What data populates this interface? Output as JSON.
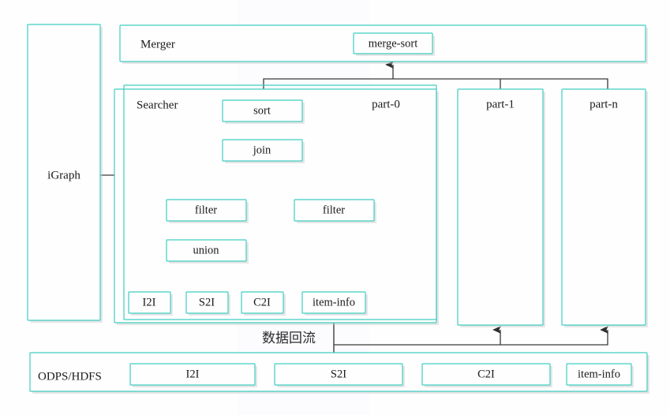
{
  "diagram": {
    "title_text_cjk": "数据回流",
    "colors": {
      "box_border": "#3fcdc2",
      "connector": "#3a3a3a",
      "text": "#1a1a1a",
      "background": "#fefefe"
    },
    "containers": {
      "igraph": {
        "label": "iGraph"
      },
      "merger": {
        "label": "Merger"
      },
      "part0": {
        "label": "part-0"
      },
      "searcher": {
        "label": "Searcher"
      },
      "part1": {
        "label": "part-1"
      },
      "partn": {
        "label": "part-n"
      },
      "storage": {
        "label": "ODPS/HDFS"
      }
    },
    "nodes": {
      "merge_sort": {
        "label": "merge-sort"
      },
      "sort": {
        "label": "sort"
      },
      "join": {
        "label": "join"
      },
      "filter_left": {
        "label": "filter"
      },
      "filter_right": {
        "label": "filter"
      },
      "union": {
        "label": "union"
      },
      "leaf_i2i": {
        "label": "I2I"
      },
      "leaf_s2i": {
        "label": "S2I"
      },
      "leaf_c2i": {
        "label": "C2I"
      },
      "leaf_item_info": {
        "label": "item-info"
      }
    },
    "storage_tables": [
      {
        "label": "I2I"
      },
      {
        "label": "S2I"
      },
      {
        "label": "C2I"
      },
      {
        "label": "item-info"
      }
    ]
  }
}
